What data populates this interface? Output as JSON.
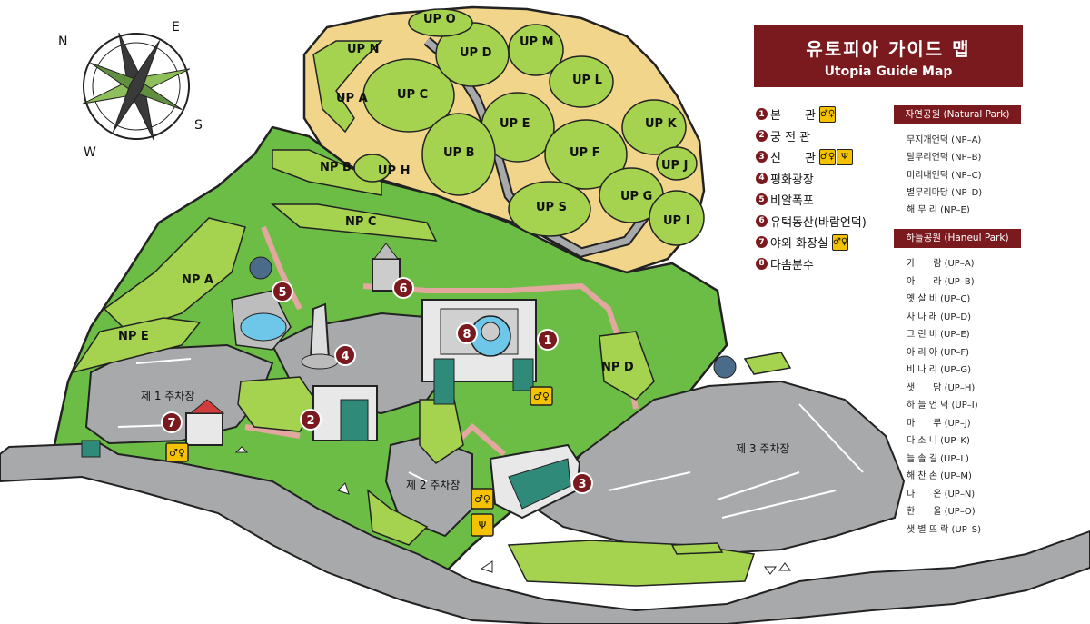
{
  "title": {
    "korean": "유토피아 가이드 맵",
    "english": "Utopia Guide Map"
  },
  "compass": {
    "n": "N",
    "e": "E",
    "s": "S",
    "w": "W"
  },
  "facilities": [
    {
      "num": "1",
      "name": "본　　관",
      "icons": [
        "restroom-icon"
      ]
    },
    {
      "num": "2",
      "name": "궁 전 관",
      "icons": []
    },
    {
      "num": "3",
      "name": "신　　관",
      "icons": [
        "restroom-icon",
        "restaurant-icon"
      ]
    },
    {
      "num": "4",
      "name": "평화광장",
      "icons": []
    },
    {
      "num": "5",
      "name": "비알폭포",
      "icons": []
    },
    {
      "num": "6",
      "name": "유택동산(바람언덕)",
      "icons": []
    },
    {
      "num": "7",
      "name": "야외 화장실",
      "icons": [
        "restroom-icon"
      ]
    },
    {
      "num": "8",
      "name": "다솜분수",
      "icons": []
    }
  ],
  "natural_park": {
    "heading": "자연공원 (Natural Park)",
    "items": [
      "무지개언덕 (NP–A)",
      "달무리언덕 (NP–B)",
      "미리내언덕 (NP–C)",
      "별무리마당 (NP–D)",
      "해 무 리 (NP–E)"
    ]
  },
  "haneul_park": {
    "heading": "하늘공원 (Haneul Park)",
    "items": [
      "가　　람 (UP–A)",
      "아　　라 (UP–B)",
      "옛 살 비 (UP–C)",
      "사 나 래 (UP–D)",
      "그 린 비 (UP–E)",
      "아 리 아 (UP–F)",
      "비 나 리 (UP–G)",
      "샛　　담 (UP–H)",
      "하 늘 언 덕 (UP–I)",
      "마　　루 (UP–J)",
      "다 소 니 (UP–K)",
      "늘 솔 길 (UP–L)",
      "해 찬 손 (UP–M)",
      "다　　온 (UP–N)",
      "한　　울 (UP–O)",
      "샛 별 뜨 락 (UP–S)"
    ]
  },
  "map_labels": {
    "up": [
      "UP O",
      "UP N",
      "UP D",
      "UP M",
      "UP A",
      "UP C",
      "UP L",
      "UP K",
      "UP E",
      "UP B",
      "UP F",
      "UP H",
      "UP J",
      "UP G",
      "UP S",
      "UP I"
    ],
    "np": [
      "NP B",
      "NP C",
      "NP A",
      "NP E",
      "NP D"
    ],
    "parking": [
      "제 1 주차장",
      "제 2 주차장",
      "제 3 주차장"
    ],
    "markers": [
      "1",
      "2",
      "3",
      "4",
      "5",
      "6",
      "7",
      "8"
    ]
  },
  "colors": {
    "accent": "#7a1a1e",
    "grass": "#6cbd45",
    "hedge": "#a5d34f",
    "upper_park": "#f1d58a",
    "road": "#a8a9ab",
    "path": "#e4a7a0",
    "sign": "#f4c200"
  }
}
